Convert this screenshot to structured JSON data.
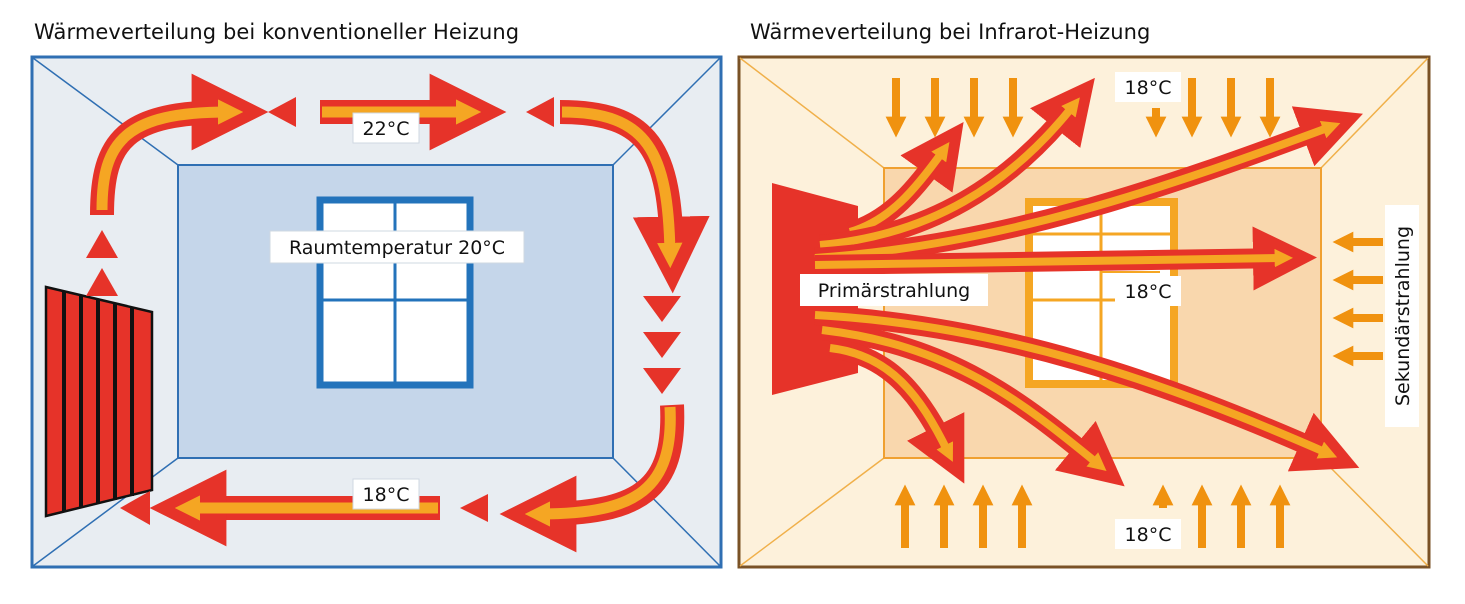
{
  "left_panel": {
    "title": "Wärmeverteilung bei konventioneller Heizung",
    "labels": {
      "top_temp": "22°C",
      "bottom_temp": "18°C",
      "room_temp": "Raumtemperatur 20°C"
    }
  },
  "right_panel": {
    "title": "Wärmeverteilung bei Infrarot-Heizung",
    "labels": {
      "top_temp": "18°C",
      "mid_temp": "18°C",
      "bottom_temp": "18°C",
      "primary": "Primärstrahlung",
      "secondary": "Sekundärstrahlung"
    }
  },
  "colors": {
    "left_frame": "#2f6fb3",
    "left_bg": "#e8edf2",
    "left_back_wall": "#c5d6ea",
    "window_frame": "#2373bb",
    "heat_red": "#e63329",
    "heat_orange": "#f5a623",
    "right_frame": "#7a5226",
    "right_bg": "#fdf1db",
    "right_back_wall": "#f9d7ad",
    "right_arrow": "#f0920f"
  }
}
